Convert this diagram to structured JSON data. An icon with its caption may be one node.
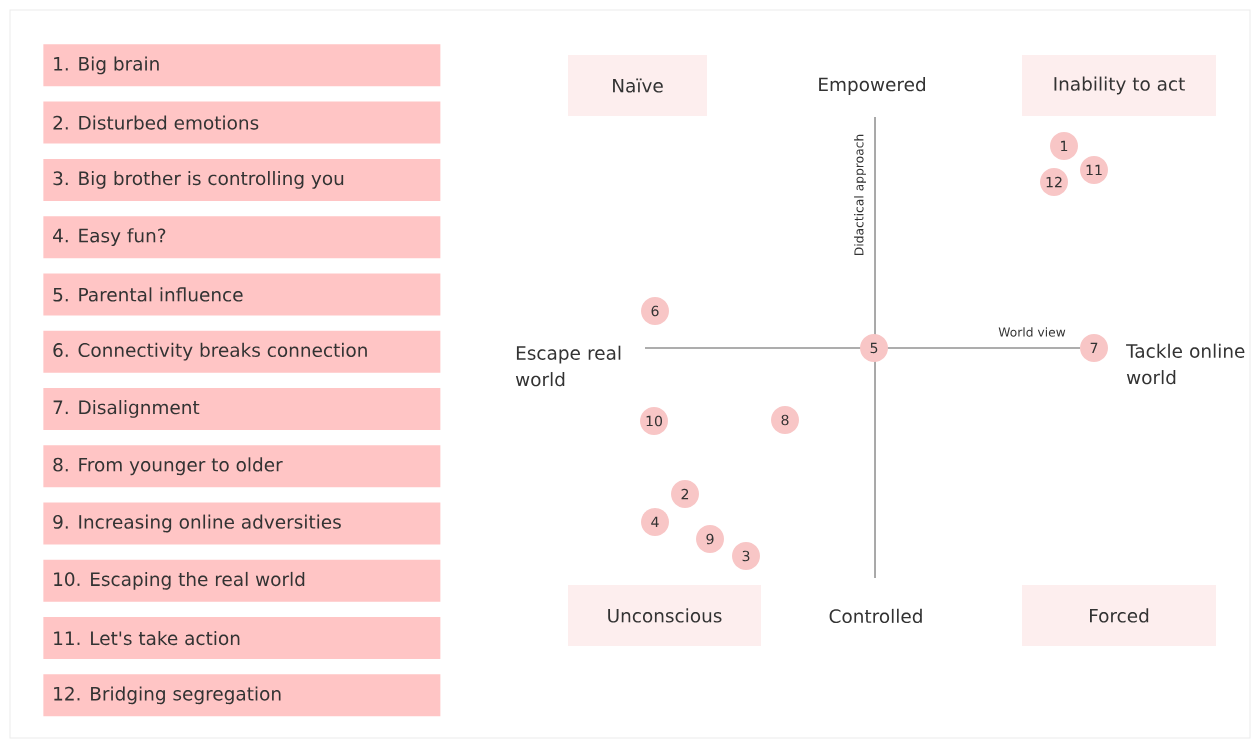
{
  "diagram": {
    "nodes": [
      {
        "text": [
          "1. Big brain"
        ]
      },
      {
        "text": [
          "2. Disturbed emotions"
        ]
      },
      {
        "text": [
          "3. Big brother is controlling you"
        ]
      },
      {
        "text": [
          "4. Easy fun?"
        ]
      },
      {
        "text": [
          "5. Parental influence"
        ]
      },
      {
        "text": [
          "6. Connectivity breaks connection"
        ]
      },
      {
        "text": [
          "7. Disalignment"
        ]
      },
      {
        "text": [
          "8. From younger to older"
        ]
      },
      {
        "text": [
          "9. Increasing online adversities"
        ]
      },
      {
        "text": [
          "10. Escaping the real world"
        ]
      },
      {
        "text": [
          "11. Let's  take action"
        ]
      },
      {
        "text": [
          "12. Bridging segregation"
        ]
      },
      {
        "text": [
          "Naïve"
        ]
      },
      {
        "text": [
          "Inability to act"
        ]
      },
      {
        "text": [
          "Unconscious"
        ]
      },
      {
        "text": [
          "Forced"
        ]
      },
      {
        "text": [
          "1"
        ]
      },
      {
        "text": [
          "11"
        ]
      },
      {
        "text": [
          "12"
        ]
      },
      {
        "text": [
          "6"
        ]
      },
      {
        "text": [
          "5"
        ]
      },
      {
        "text": [
          "7"
        ]
      },
      {
        "text": [
          "10"
        ]
      },
      {
        "text": [
          "8"
        ]
      },
      {
        "text": [
          "2"
        ]
      },
      {
        "text": [
          "4"
        ]
      },
      {
        "text": [
          "9"
        ]
      },
      {
        "text": [
          "3"
        ]
      }
    ],
    "labels": [
      "Empowered",
      "Didactical approach",
      "World view",
      "Escape real world",
      "Tackle online world",
      "Controlled"
    ]
  }
}
